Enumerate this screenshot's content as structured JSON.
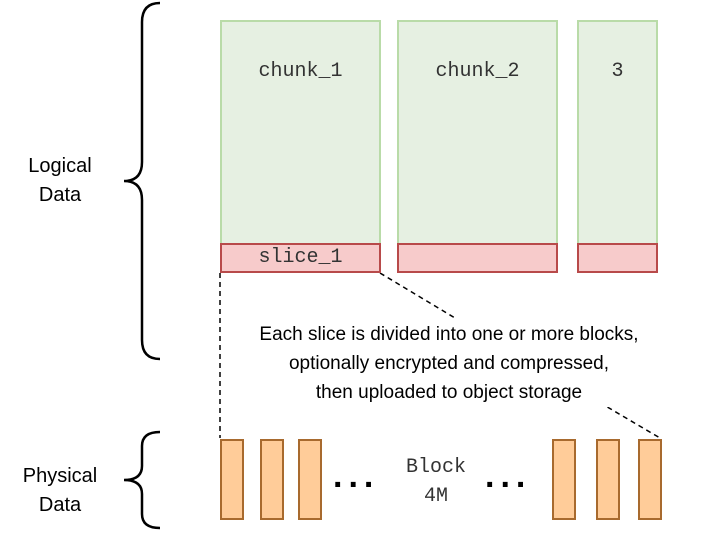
{
  "labels": {
    "logical": [
      "Logical",
      "Data"
    ],
    "physical": [
      "Physical",
      "Data"
    ]
  },
  "chunks": [
    {
      "label": "chunk_1",
      "slice_label": "slice_1"
    },
    {
      "label": "chunk_2",
      "slice_label": ""
    },
    {
      "label": "3",
      "slice_label": ""
    }
  ],
  "blocks": {
    "dots": "...",
    "label": [
      "Block",
      "4M"
    ]
  },
  "note": {
    "lines": [
      "Each slice is divided into one or more blocks,",
      "optionally encrypted and compressed,",
      "then uploaded to object storage"
    ]
  },
  "colors": {
    "chunk_fill": "#e6f0e2",
    "chunk_border": "#b9dba8",
    "slice_fill": "#f7cbcb",
    "slice_border": "#b84a4a",
    "block_fill": "#ffcc99",
    "block_border": "#a86a2e"
  }
}
